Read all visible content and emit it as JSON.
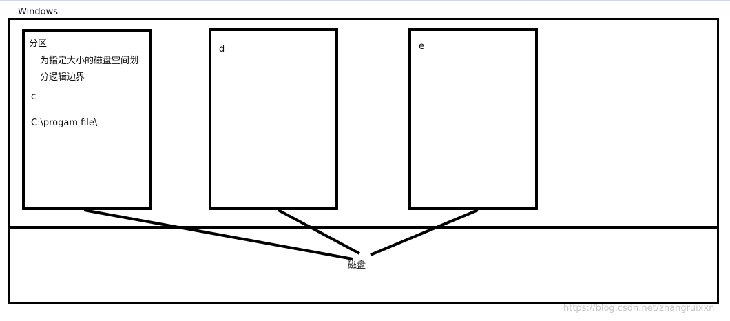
{
  "diagram": {
    "outer_label": "Windows",
    "partitions": [
      {
        "name": "c",
        "annotation_title": "分区",
        "annotation_lines": [
          "为指定大小的磁盘空间划",
          "分逻辑边界"
        ],
        "path": "C:\\progam file\\"
      },
      {
        "name": "d"
      },
      {
        "name": "e"
      }
    ],
    "disk_label": "磁盘",
    "watermark": "https://blog.csdn.net/zhangruixxn"
  },
  "colors": {
    "line": "#000000",
    "background": "#ffffff",
    "top_strip": "#cfd8e6",
    "watermark": "#c7c7c7"
  }
}
